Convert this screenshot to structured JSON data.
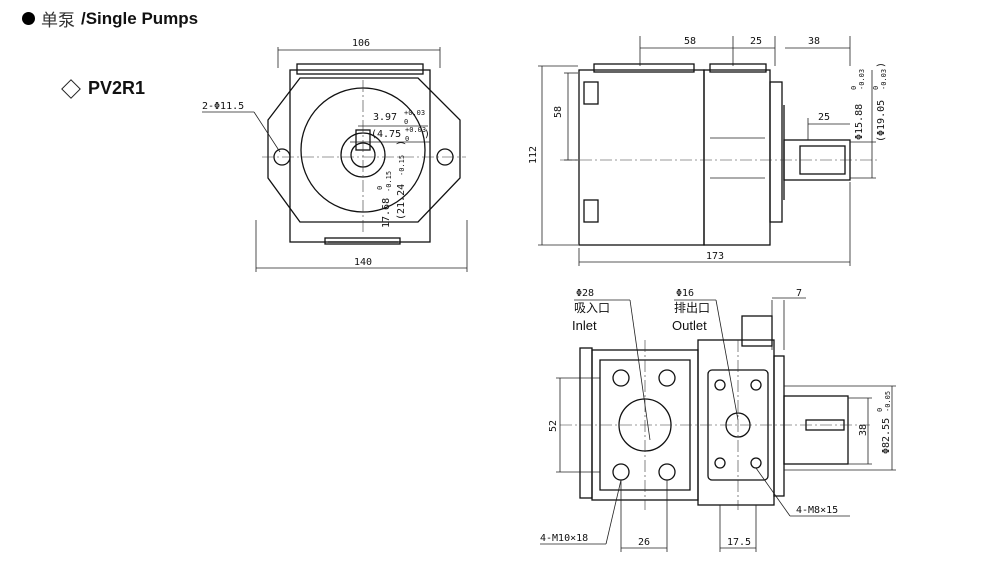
{
  "header": {
    "title_cn": "单泵",
    "title_en": "/Single  Pumps"
  },
  "model": {
    "name": "PV2R1"
  },
  "front_view": {
    "dim_top": "106",
    "dim_bottom": "140",
    "holes": "2-Φ11.5",
    "key1_main": "3.97",
    "key1_tol_up": "+0.03",
    "key1_tol_dn": "0",
    "key2_main": "(4.75",
    "key2_tol_up": "+0.03",
    "key2_tol_dn": "0",
    "key2_close": ")",
    "shaft1_main": "17.68",
    "shaft1_tol_up": "0",
    "shaft1_tol_dn": "-0.15",
    "shaft2_main": "(21.24",
    "shaft2_tol": "-0.15",
    "shaft2_close": ")"
  },
  "side_view": {
    "dim_58_top": "58",
    "dim_25_top": "25",
    "dim_38": "38",
    "dim_58_left": "58",
    "dim_112": "112",
    "dim_173": "173",
    "dim_25_shaft": "25",
    "shaft_dia": "Φ15.88",
    "shaft_dia_tol_up": "0",
    "shaft_dia_tol_dn": "-0.03",
    "shaft_dia2": "(Φ19.05",
    "shaft_dia2_tol_up": "0",
    "shaft_dia2_tol_dn": "-0.03",
    "shaft_dia2_close": ")"
  },
  "bottom_view": {
    "inlet_dia": "Φ28",
    "inlet_cn": "吸入口",
    "inlet_en": "Inlet",
    "outlet_dia": "Φ16",
    "outlet_cn": "排出口",
    "outlet_en": "Outlet",
    "dim_7": "7",
    "dim_52": "52",
    "dim_38": "38",
    "pilot_dia": "Φ82.55",
    "pilot_tol_up": "0",
    "pilot_tol_dn": "-0.05",
    "dim_26": "26",
    "dim_17_5": "17.5",
    "bolts_m10": "4-M10×18",
    "bolts_m8": "4-M8×15"
  }
}
